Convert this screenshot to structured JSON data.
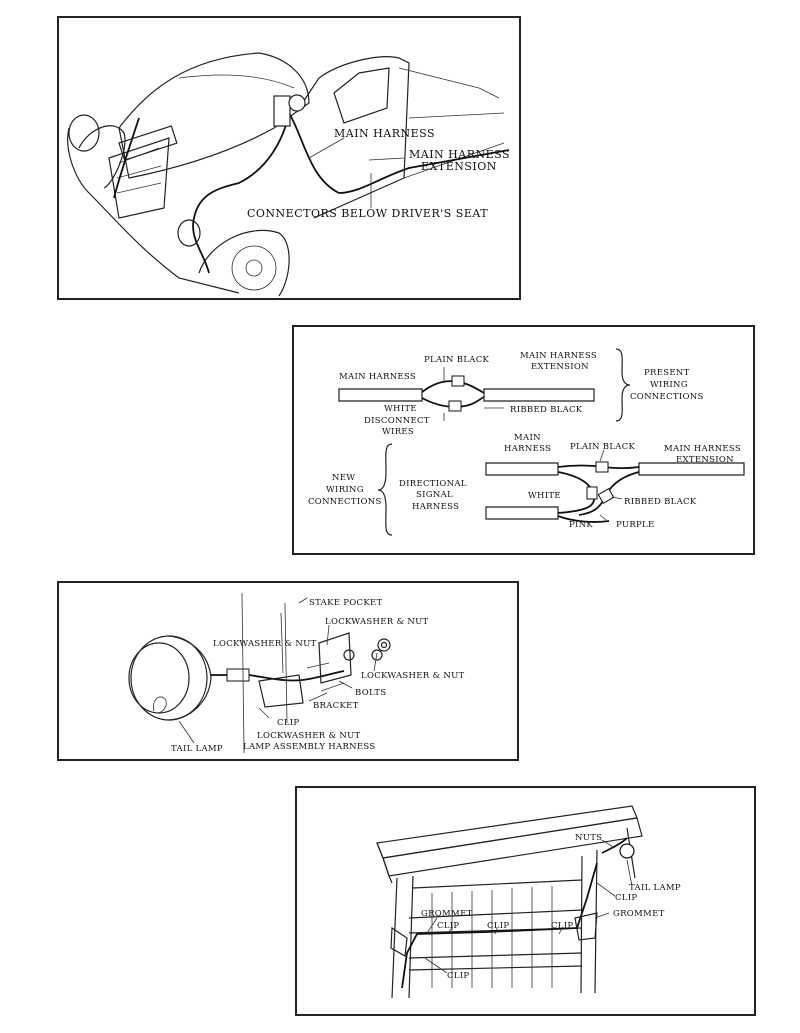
{
  "panel1": {
    "labels": {
      "main_harness": "MAIN HARNESS",
      "main_harness_extension_line1": "MAIN HARNESS",
      "main_harness_extension_line2": "EXTENSION",
      "connectors": "CONNECTORS BELOW DRIVER'S SEAT"
    }
  },
  "panel2": {
    "present": {
      "plain_black": "PLAIN BLACK",
      "main_harness": "MAIN HARNESS",
      "ext_line1": "MAIN HARNESS",
      "ext_line2": "EXTENSION",
      "white": "WHITE",
      "ribbed_black": "RIBBED BLACK",
      "disconnect_line1": "DISCONNECT",
      "disconnect_line2": "WIRES",
      "group_line1": "PRESENT",
      "group_line2": "WIRING",
      "group_line3": "CONNECTIONS"
    },
    "new": {
      "group_line1": "NEW",
      "group_line2": "WIRING",
      "group_line3": "CONNECTIONS",
      "main_line1": "MAIN",
      "main_line2": "HARNESS",
      "plain_black": "PLAIN BLACK",
      "ext_line1": "MAIN HARNESS",
      "ext_line2": "EXTENSION",
      "dir_line1": "DIRECTIONAL",
      "dir_line2": "SIGNAL",
      "dir_line3": "HARNESS",
      "white": "WHITE",
      "ribbed_black": "RIBBED BLACK",
      "pink": "PINK",
      "purple": "PURPLE"
    }
  },
  "panel3": {
    "labels": {
      "stake_pocket": "STAKE POCKET",
      "lockwasher_nut_top": "LOCKWASHER & NUT",
      "lockwasher_nut_left": "LOCKWASHER & NUT",
      "lockwasher_nut_right": "LOCKWASHER & NUT",
      "bolts": "BOLTS",
      "bracket": "BRACKET",
      "clip": "CLIP",
      "lockwasher_nut_bottom": "LOCKWASHER & NUT",
      "tail_lamp": "TAIL LAMP",
      "lamp_assembly_harness": "LAMP ASSEMBLY HARNESS"
    }
  },
  "panel4": {
    "labels": {
      "nuts": "NUTS",
      "tail_lamp": "TAIL LAMP",
      "clip_right": "CLIP",
      "grommet_left": "GROMMET",
      "grommet_right": "GROMMET",
      "clip_1": "CLIP",
      "clip_2": "CLIP",
      "clip_3": "CLIP",
      "clip_bottom": "CLIP"
    }
  }
}
